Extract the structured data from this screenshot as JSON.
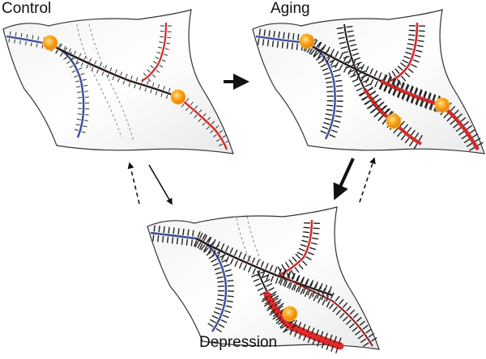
{
  "labels": {
    "control": "Control",
    "aging": "Aging",
    "depression": "Depression"
  },
  "colors": {
    "blue_path": "#3a4f9a",
    "red_path": "#d32a2a",
    "dark_path": "#2a1a1a",
    "ball_fill": "#f7a21b",
    "ball_edge": "#f6c04a",
    "sheet_edge": "#333333",
    "arrow": "#111111"
  },
  "panels": [
    {
      "name": "control",
      "balls": 2
    },
    {
      "name": "aging",
      "balls": 3
    },
    {
      "name": "depression",
      "balls": 1
    }
  ],
  "transitions": [
    {
      "from": "control",
      "to": "aging",
      "style": "solid"
    },
    {
      "from": "control",
      "to": "depression",
      "style": "solid"
    },
    {
      "from": "depression",
      "to": "control",
      "style": "dashed"
    },
    {
      "from": "aging",
      "to": "depression",
      "style": "solid"
    },
    {
      "from": "depression",
      "to": "aging",
      "style": "dashed"
    }
  ]
}
